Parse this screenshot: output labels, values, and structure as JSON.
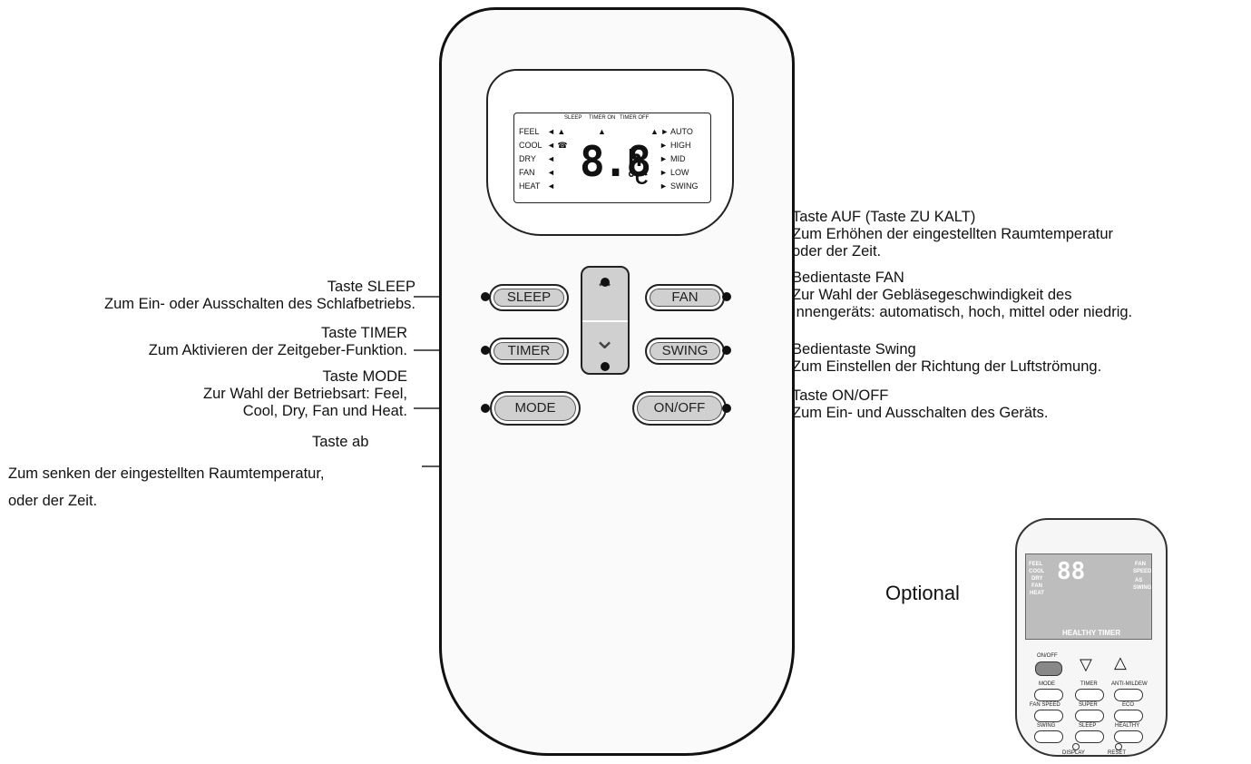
{
  "remote": {
    "lcd": {
      "top_labels": [
        "SLEEP",
        "TIMER ON",
        "TIMER OFF"
      ],
      "left_modes": [
        "FEEL",
        "COOL",
        "DRY",
        "FAN",
        "HEAT"
      ],
      "right_modes": [
        "AUTO",
        "HIGH",
        "MID",
        "LOW",
        "SWING"
      ],
      "digits": "8.8",
      "unit_hour": "h",
      "unit_temp": "°C"
    },
    "buttons": {
      "sleep": "SLEEP",
      "timer": "TIMER",
      "mode": "MODE",
      "fan": "FAN",
      "swing": "SWING",
      "onoff": "ON/OFF"
    }
  },
  "callouts": {
    "up": {
      "title": "Taste AUF (Taste ZU KALT)",
      "desc1": "Zum Erhöhen der eingestellten Raumtemperatur",
      "desc2": "oder der Zeit."
    },
    "sleep": {
      "title": "Taste SLEEP",
      "desc": "Zum Ein- oder Ausschalten des Schlafbetriebs."
    },
    "fan": {
      "title": "Bedientaste FAN",
      "desc1": "Zur Wahl der Gebläsegeschwindigkeit des",
      "desc2": "Innengeräts: automatisch, hoch, mittel oder niedrig."
    },
    "timer": {
      "title": "Taste TIMER",
      "desc": "Zum Aktivieren der Zeitgeber-Funktion."
    },
    "swing": {
      "title": "Bedientaste Swing",
      "desc": "Zum Einstellen der Richtung der Luftströmung."
    },
    "mode": {
      "title": "Taste MODE",
      "desc1": "Zur Wahl der Betriebsart: Feel,",
      "desc2": "Cool, Dry, Fan und Heat."
    },
    "onoff": {
      "title": "Taste ON/OFF",
      "desc": "Zum Ein- und Ausschalten des Geräts."
    },
    "down": {
      "title": "Taste ab",
      "desc1": "Zum senken der eingestellten Raumtemperatur,",
      "desc2": "oder der Zeit."
    }
  },
  "optional": {
    "label": "Optional",
    "lcd": {
      "left_modes": [
        "FEEL",
        "COOL",
        "DRY",
        "FAN",
        "HEAT"
      ],
      "digits": "88",
      "right_labels": [
        "FAN",
        "SPEED",
        "AS",
        "SWING"
      ],
      "bottom": "HEALTHY   TIMER"
    },
    "buttons": [
      {
        "label": "ON/OFF"
      },
      {
        "label": "MODE"
      },
      {
        "label": "TIMER"
      },
      {
        "label": "ANTI-MILDEW"
      },
      {
        "label": "FAN SPEED"
      },
      {
        "label": "SUPER"
      },
      {
        "label": "ECO"
      },
      {
        "label": "SWING"
      },
      {
        "label": "SLEEP"
      },
      {
        "label": "HEALTHY"
      }
    ],
    "display": "DISPLAY",
    "reset": "RESET"
  }
}
